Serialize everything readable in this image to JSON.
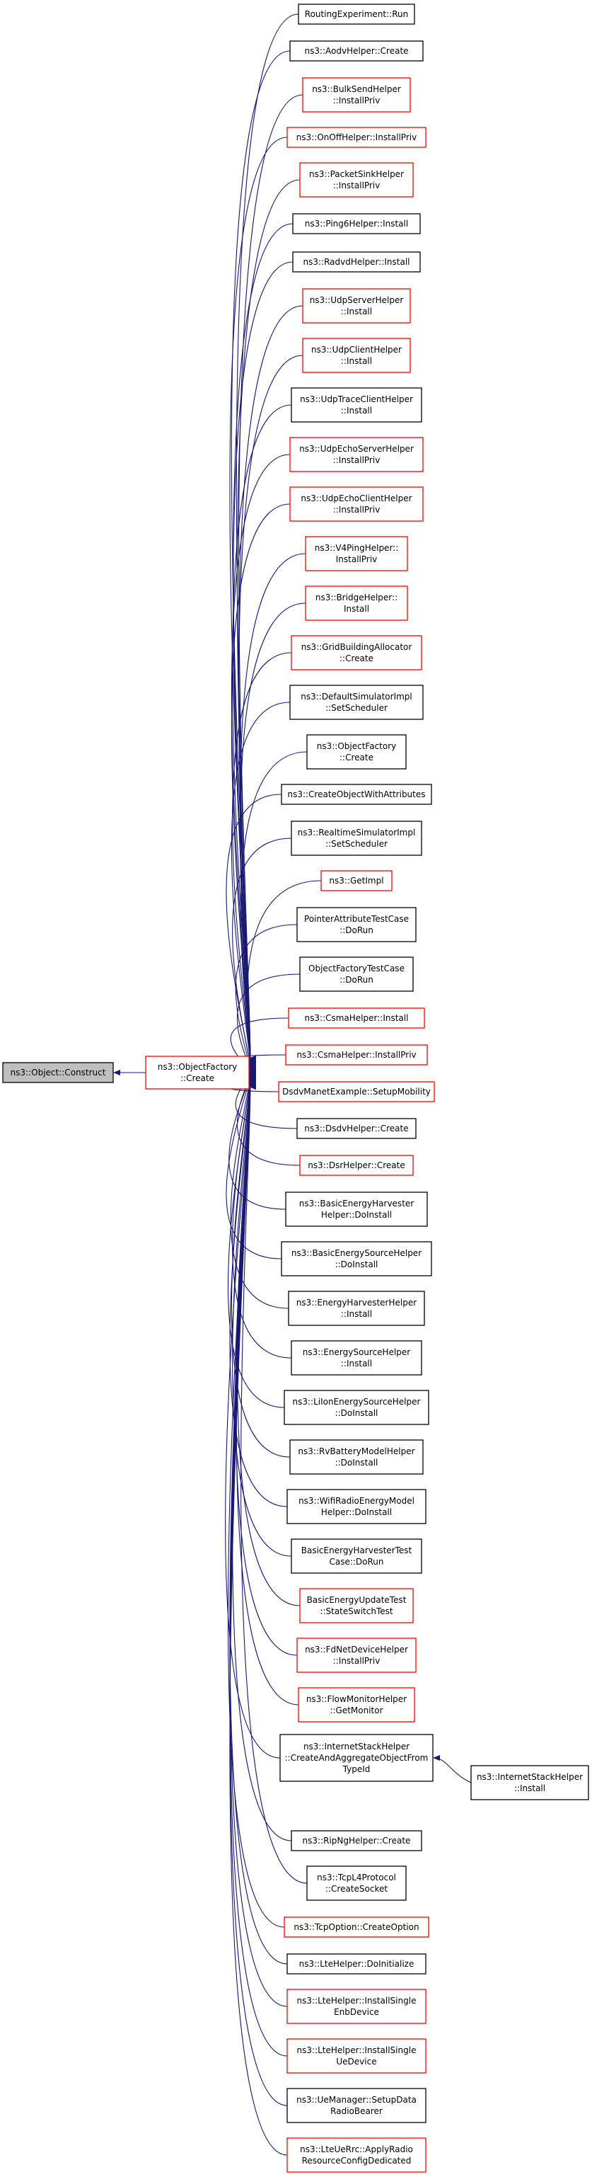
{
  "colors": {
    "edge": "#191970",
    "border_black": "#000000",
    "border_red": "#ff0000",
    "root_fill": "#bfbfbf",
    "background": "#ffffff"
  },
  "root": {
    "lines": [
      "ns3::Object::Construct"
    ]
  },
  "center": {
    "lines": [
      "ns3::ObjectFactory",
      "::Create"
    ],
    "border": "red"
  },
  "callers": [
    {
      "lines": [
        "RoutingExperiment::Run"
      ],
      "border": "black"
    },
    {
      "lines": [
        "ns3::AodvHelper::Create"
      ],
      "border": "black"
    },
    {
      "lines": [
        "ns3::BulkSendHelper",
        "::InstallPriv"
      ],
      "border": "red"
    },
    {
      "lines": [
        "ns3::OnOffHelper::InstallPriv"
      ],
      "border": "red"
    },
    {
      "lines": [
        "ns3::PacketSinkHelper",
        "::InstallPriv"
      ],
      "border": "red"
    },
    {
      "lines": [
        "ns3::Ping6Helper::Install"
      ],
      "border": "black"
    },
    {
      "lines": [
        "ns3::RadvdHelper::Install"
      ],
      "border": "black"
    },
    {
      "lines": [
        "ns3::UdpServerHelper",
        "::Install"
      ],
      "border": "red"
    },
    {
      "lines": [
        "ns3::UdpClientHelper",
        "::Install"
      ],
      "border": "red"
    },
    {
      "lines": [
        "ns3::UdpTraceClientHelper",
        "::Install"
      ],
      "border": "black"
    },
    {
      "lines": [
        "ns3::UdpEchoServerHelper",
        "::InstallPriv"
      ],
      "border": "red"
    },
    {
      "lines": [
        "ns3::UdpEchoClientHelper",
        "::InstallPriv"
      ],
      "border": "red"
    },
    {
      "lines": [
        "ns3::V4PingHelper::",
        "InstallPriv"
      ],
      "border": "red"
    },
    {
      "lines": [
        "ns3::BridgeHelper::",
        "Install"
      ],
      "border": "red"
    },
    {
      "lines": [
        "ns3::GridBuildingAllocator",
        "::Create"
      ],
      "border": "red"
    },
    {
      "lines": [
        "ns3::DefaultSimulatorImpl",
        "::SetScheduler"
      ],
      "border": "black"
    },
    {
      "lines": [
        "ns3::ObjectFactory",
        "::Create"
      ],
      "border": "black"
    },
    {
      "lines": [
        "ns3::CreateObjectWithAttributes"
      ],
      "border": "black"
    },
    {
      "lines": [
        "ns3::RealtimeSimulatorImpl",
        "::SetScheduler"
      ],
      "border": "black"
    },
    {
      "lines": [
        "ns3::GetImpl"
      ],
      "border": "red"
    },
    {
      "lines": [
        "PointerAttributeTestCase",
        "::DoRun"
      ],
      "border": "black"
    },
    {
      "lines": [
        "ObjectFactoryTestCase",
        "::DoRun"
      ],
      "border": "black"
    },
    {
      "lines": [
        "ns3::CsmaHelper::Install"
      ],
      "border": "red"
    },
    {
      "lines": [
        "ns3::CsmaHelper::InstallPriv"
      ],
      "border": "red"
    },
    {
      "lines": [
        "DsdvManetExample::SetupMobility"
      ],
      "border": "red"
    },
    {
      "lines": [
        "ns3::DsdvHelper::Create"
      ],
      "border": "black"
    },
    {
      "lines": [
        "ns3::DsrHelper::Create"
      ],
      "border": "red"
    },
    {
      "lines": [
        "ns3::BasicEnergyHarvester",
        "Helper::DoInstall"
      ],
      "border": "black"
    },
    {
      "lines": [
        "ns3::BasicEnergySourceHelper",
        "::DoInstall"
      ],
      "border": "black"
    },
    {
      "lines": [
        "ns3::EnergyHarvesterHelper",
        "::Install"
      ],
      "border": "black"
    },
    {
      "lines": [
        "ns3::EnergySourceHelper",
        "::Install"
      ],
      "border": "black"
    },
    {
      "lines": [
        "ns3::LiIonEnergySourceHelper",
        "::DoInstall"
      ],
      "border": "black"
    },
    {
      "lines": [
        "ns3::RvBatteryModelHelper",
        "::DoInstall"
      ],
      "border": "black"
    },
    {
      "lines": [
        "ns3::WifiRadioEnergyModel",
        "Helper::DoInstall"
      ],
      "border": "black"
    },
    {
      "lines": [
        "BasicEnergyHarvesterTest",
        "Case::DoRun"
      ],
      "border": "black"
    },
    {
      "lines": [
        "BasicEnergyUpdateTest",
        "::StateSwitchTest"
      ],
      "border": "red"
    },
    {
      "lines": [
        "ns3::FdNetDeviceHelper",
        "::InstallPriv"
      ],
      "border": "red"
    },
    {
      "lines": [
        "ns3::FlowMonitorHelper",
        "::GetMonitor"
      ],
      "border": "red"
    },
    {
      "lines": [
        "ns3::InternetStackHelper",
        "::CreateAndAggregateObjectFrom",
        "TypeId"
      ],
      "border": "black"
    },
    {
      "lines": [
        "ns3::RipNgHelper::Create"
      ],
      "border": "black"
    },
    {
      "lines": [
        "ns3::TcpL4Protocol",
        "::CreateSocket"
      ],
      "border": "black"
    },
    {
      "lines": [
        "ns3::TcpOption::CreateOption"
      ],
      "border": "red"
    },
    {
      "lines": [
        "ns3::LteHelper::DoInitialize"
      ],
      "border": "black"
    },
    {
      "lines": [
        "ns3::LteHelper::InstallSingle",
        "EnbDevice"
      ],
      "border": "red"
    },
    {
      "lines": [
        "ns3::LteHelper::InstallSingle",
        "UeDevice"
      ],
      "border": "red"
    },
    {
      "lines": [
        "ns3::UeManager::SetupData",
        "RadioBearer"
      ],
      "border": "black"
    },
    {
      "lines": [
        "ns3::LteUeRrc::ApplyRadio",
        "ResourceConfigDedicated"
      ],
      "border": "red"
    }
  ],
  "extra": {
    "lines": [
      "ns3::InternetStackHelper",
      "::Install"
    ],
    "border": "black"
  }
}
